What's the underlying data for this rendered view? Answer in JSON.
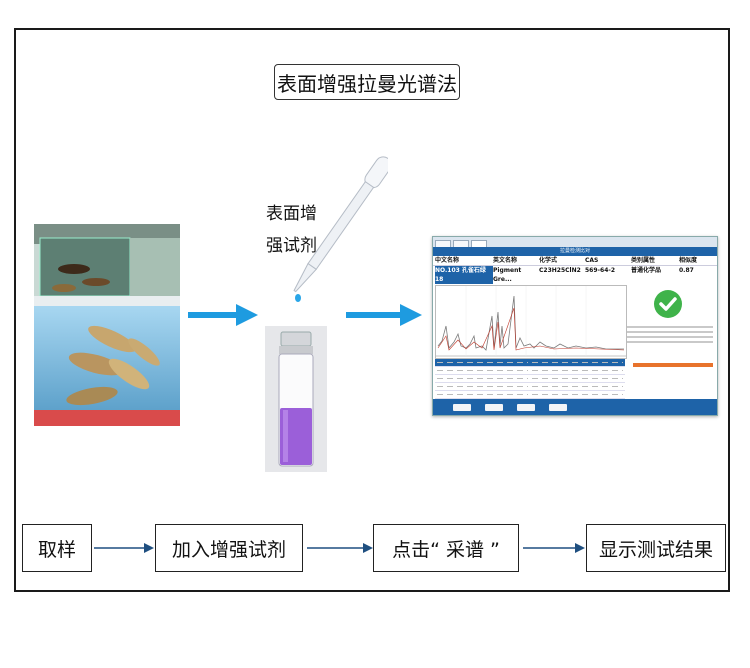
{
  "title": "表面增强拉曼光谱法",
  "reagent_label_line1": "表面增",
  "reagent_label_line2": "强试剂",
  "software": {
    "window_title": "拉曼检测比对",
    "columns": [
      "中文名称",
      "英文名称",
      "化学式",
      "CAS",
      "类别属性",
      "相似度"
    ],
    "row": [
      "NO.103 孔雀石绿 18",
      "Pigment Gre...",
      "C23H25ClN2",
      "569-64-2",
      "普通化学品",
      "0.87"
    ]
  },
  "steps": [
    "取样",
    "加入增强试剂",
    "点击“ 采谱 ”",
    "显示测试结果"
  ],
  "colors": {
    "arrow_blue": "#1e9be0",
    "accent_blue": "#1e63a8",
    "check_green": "#3fb34a",
    "liquid_purple": "#9b5fd9"
  }
}
